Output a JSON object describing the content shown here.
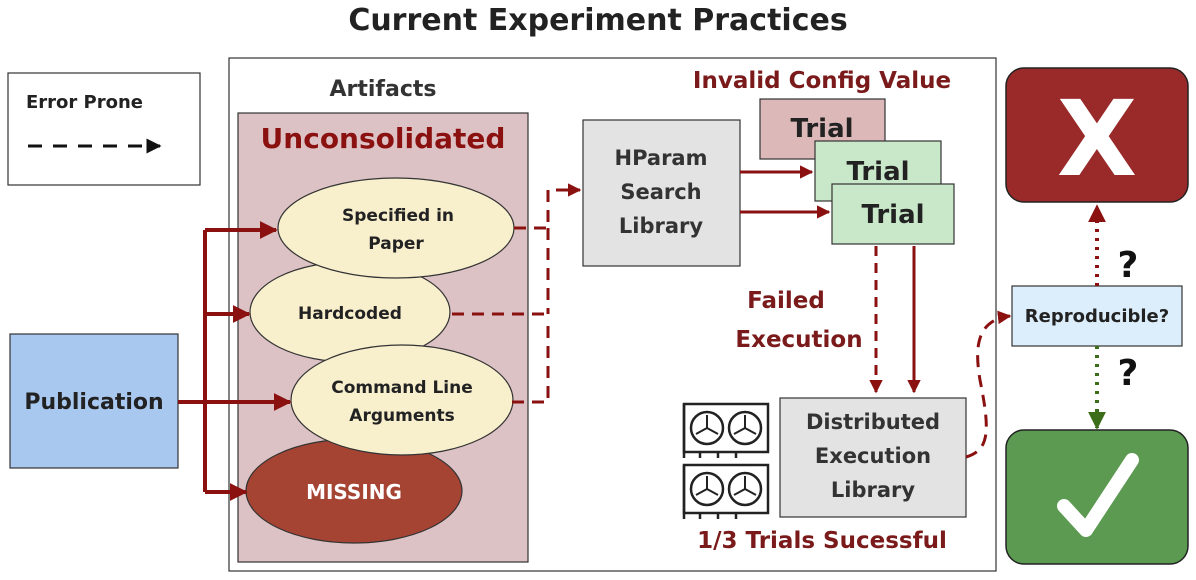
{
  "title": "Current Experiment Practices",
  "legend": {
    "text": "Error Prone"
  },
  "publication": {
    "label": "Publication"
  },
  "artifacts": {
    "heading": "Artifacts",
    "subheading": "Unconsolidated",
    "items": [
      {
        "lines": [
          "Specified in",
          "Paper"
        ]
      },
      {
        "lines": [
          "Hardcoded"
        ]
      },
      {
        "lines": [
          "Command Line",
          "Arguments"
        ]
      },
      {
        "lines": [
          "MISSING"
        ]
      }
    ]
  },
  "hparam": {
    "lines": [
      "HParam",
      "Search",
      "Library"
    ]
  },
  "trials": {
    "label": "Trial",
    "invalid_config_label": "Invalid Config Value",
    "failed_execution_lines": [
      "Failed",
      "Execution"
    ],
    "success_label": "1/3 Trials Sucessful"
  },
  "distributed": {
    "lines": [
      "Distributed",
      "Execution",
      "Library"
    ]
  },
  "reproducible": {
    "label": "Reproducible?",
    "question_mark": "?"
  },
  "outcomes": {
    "fail_symbol": "X",
    "success_symbol": "✓"
  },
  "colors": {
    "dark_red": "#8b1111",
    "maroon_label": "#7a1a1a",
    "unconsolidated_bg": "#dcc2c4",
    "ellipse_fill": "#f8efcd",
    "missing_fill": "#a64434",
    "publication_fill": "#a8c8f0",
    "gray_box": "#e3e3e3",
    "trial_invalid": "#dcb8b8",
    "trial_ok": "#c9e8c9",
    "reproducible_fill": "#dceefb",
    "fail_box": "#9a2a2a",
    "success_box": "#5c9a52",
    "green_arrow": "#3c6e19"
  }
}
